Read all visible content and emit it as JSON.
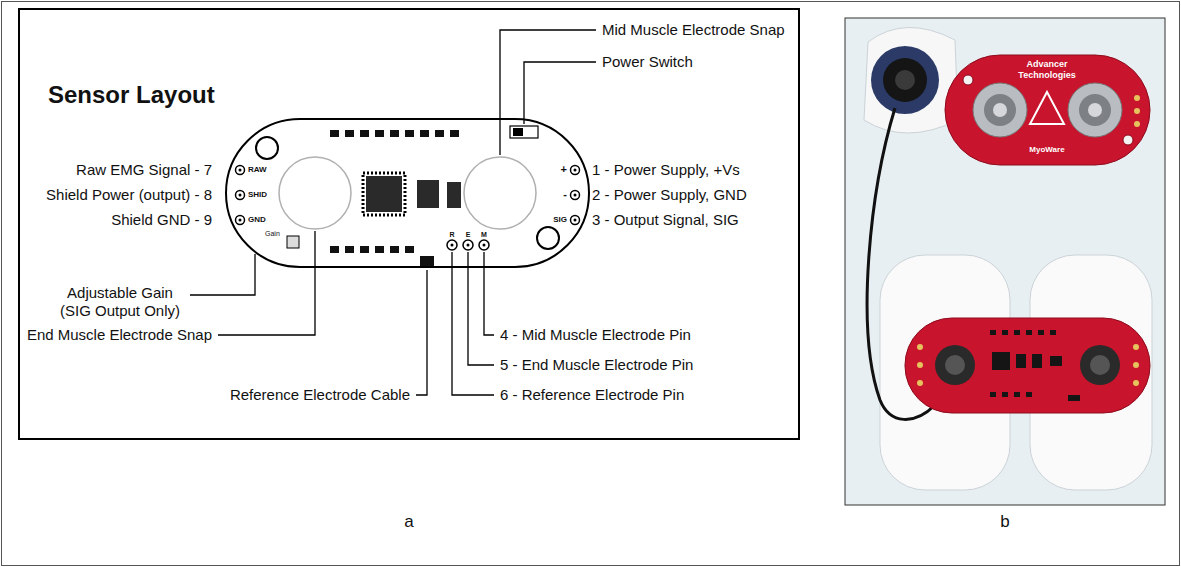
{
  "diagram": {
    "nodes": [
      {
        "text": [
          "Sensor Layout"
        ]
      },
      {
        "text": [
          "RAW",
          "SHID",
          "GND",
          "+",
          "-",
          "SIG",
          "Gain",
          "R",
          "E",
          "M"
        ],
        "in": 0
      }
    ],
    "labels": [
      "Mid Muscle Electrode Snap",
      "Power Switch",
      "Raw EMG Signal - 7",
      "Shield Power (output) - 8",
      "Shield GND - 9",
      "1 - Power Supply, +Vs",
      "2 - Power Supply, GND",
      "3 - Output Signal, SIG",
      "Adjustable Gain (SIG Output Only)",
      "End Muscle Electrode Snap",
      "4 - Mid Muscle Electrode Pin",
      "Reference Electrode Cable",
      "5 - End Muscle Electrode Pin",
      "6 - Reference Electrode Pin",
      "Advancer Technologies",
      "MyoWare",
      "a",
      "b"
    ]
  }
}
